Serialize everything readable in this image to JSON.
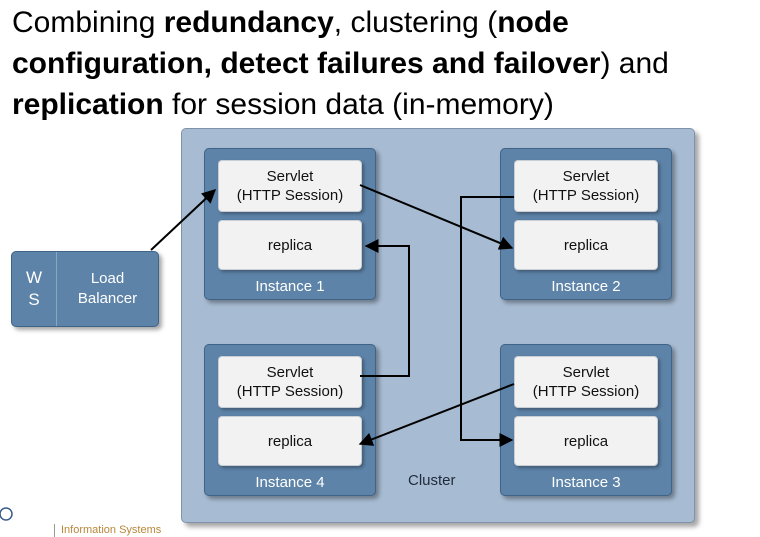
{
  "title": {
    "p1": "Combining ",
    "b1": "redundancy",
    "p2": ", clustering (",
    "b2": "node configuration, detect failures and failover",
    "p3": ") and ",
    "b3": "replication",
    "p4": " for session data (in-memory)"
  },
  "load_balancer": {
    "ws_line1": "W",
    "ws_line2": "S",
    "label_line1": "Load",
    "label_line2": "Balancer"
  },
  "instances": [
    {
      "servlet_line1": "Servlet",
      "servlet_line2": "(HTTP Session)",
      "replica": "replica",
      "label": "Instance 1"
    },
    {
      "servlet_line1": "Servlet",
      "servlet_line2": "(HTTP Session)",
      "replica": "replica",
      "label": "Instance 2"
    },
    {
      "servlet_line1": "Servlet",
      "servlet_line2": "(HTTP Session)",
      "replica": "replica",
      "label": "Instance 3"
    },
    {
      "servlet_line1": "Servlet",
      "servlet_line2": "(HTTP Session)",
      "replica": "replica",
      "label": "Instance 4"
    }
  ],
  "cluster_label": "Cluster",
  "footer": "Information Systems",
  "colors": {
    "cluster_bg": "#a7bbd2",
    "instance_bg": "#5d83a8",
    "box_bg": "#f2f2f2",
    "arrow": "#000000"
  }
}
